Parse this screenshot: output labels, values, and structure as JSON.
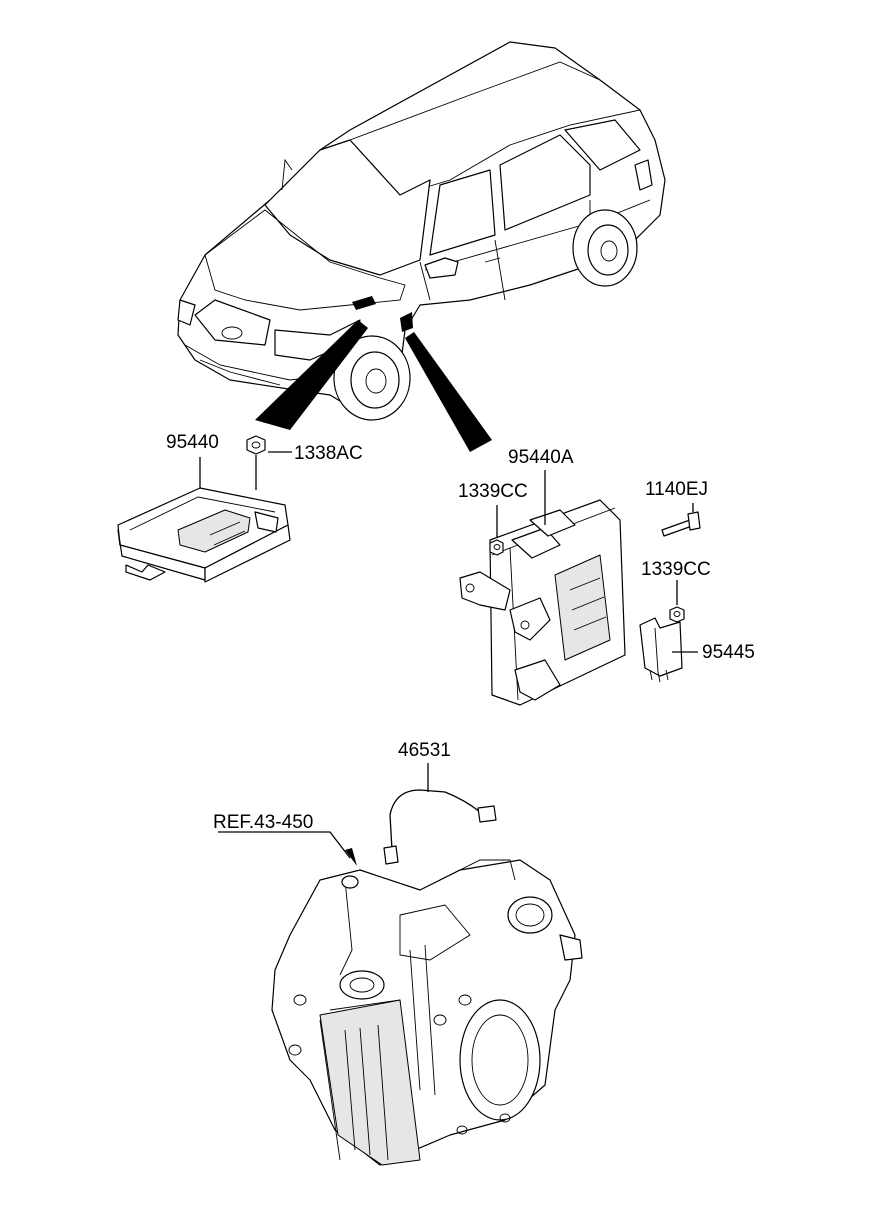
{
  "diagram": {
    "labels": {
      "p95440": "95440",
      "p1338AC": "1338AC",
      "p95440A": "95440A",
      "p1339CC_a": "1339CC",
      "p1140EJ": "1140EJ",
      "p1339CC_b": "1339CC",
      "p95445": "95445",
      "p46531": "46531",
      "ref": "REF.43-450"
    },
    "colors": {
      "line": "#000000",
      "background": "#ffffff",
      "fill": "#ffffff"
    },
    "icons": [
      "vehicle-illustration",
      "control-module-box",
      "nut",
      "bracket-module",
      "bolt",
      "relay",
      "harness",
      "transaxle"
    ]
  }
}
